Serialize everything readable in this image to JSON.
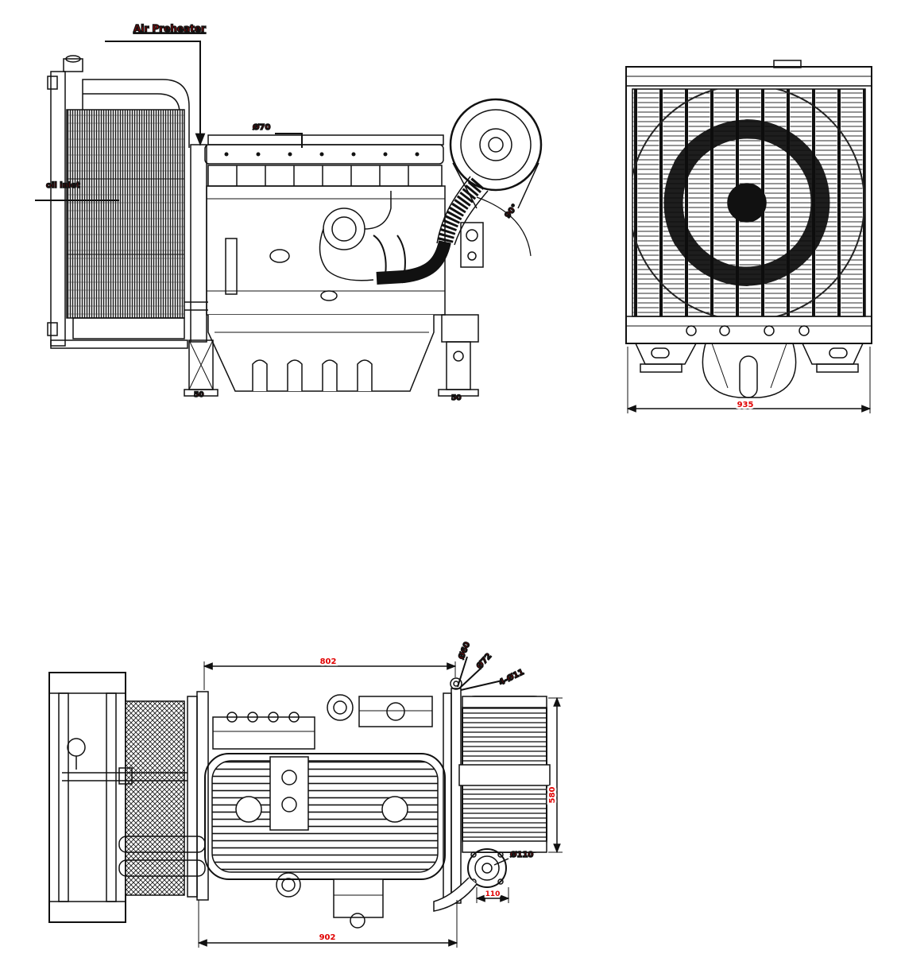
{
  "drawing": {
    "accent_color": "#e10000",
    "line_color": "#111111"
  },
  "annotations": {
    "side_view": {
      "air_preheater": "Air Preheater",
      "oil_inlet": "oil inlet",
      "hose_diameter": "Ø70",
      "exhaust_angle": "90°",
      "front_foot_height": "50",
      "rear_foot_height": "50"
    },
    "front_view": {
      "overall_width": "935"
    },
    "top_view": {
      "length_top": "802",
      "length_bottom": "902",
      "width_right": "580",
      "callout_a": "Ø60",
      "callout_b": "Ø72",
      "callout_c": "4-Ø11",
      "exhaust_outlet_dia": "Ø110",
      "outlet_offset": "110"
    }
  }
}
